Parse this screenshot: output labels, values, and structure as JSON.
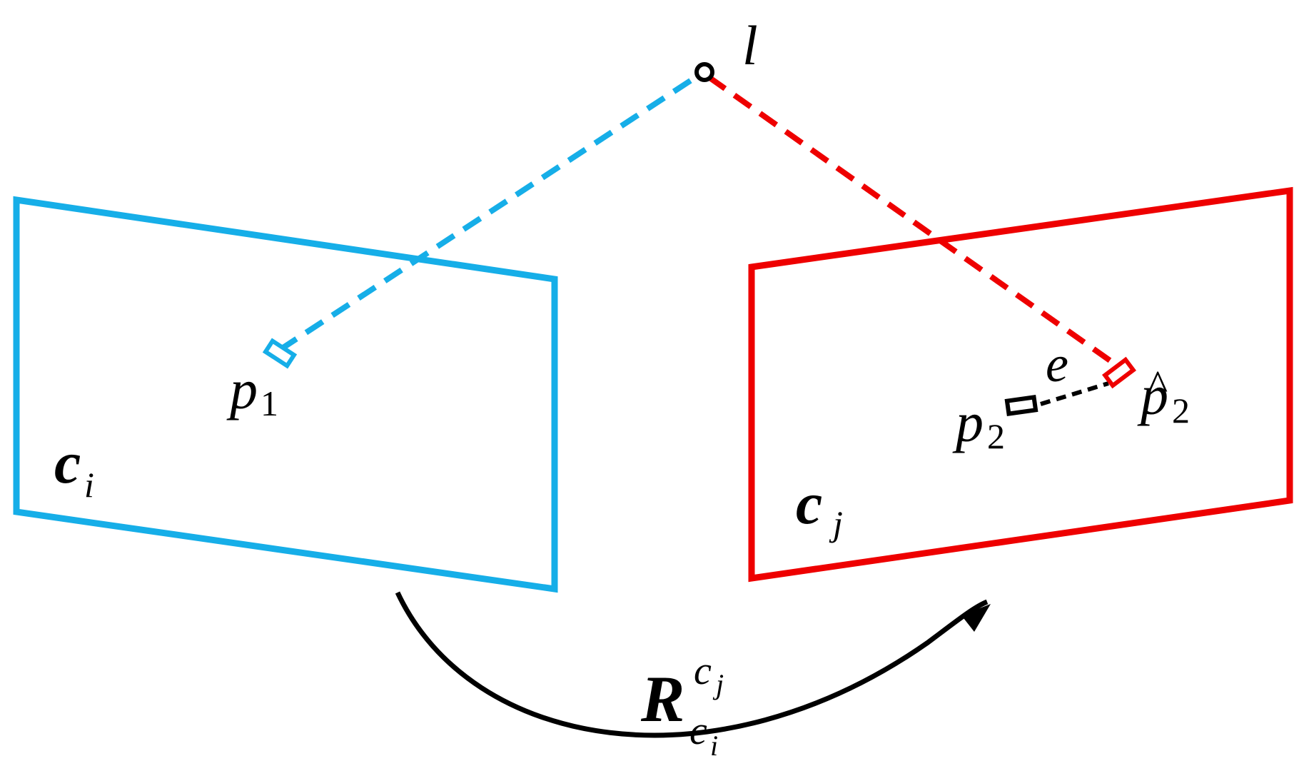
{
  "colors": {
    "camera_i": "#16aee8",
    "camera_j": "#ee0000",
    "ink": "#000000"
  },
  "landmark": {
    "symbol": "l"
  },
  "camera_i": {
    "label": "c",
    "label_sub": "i",
    "point_label": "p",
    "point_sub": "1"
  },
  "camera_j": {
    "label": "c",
    "label_sub": "j",
    "observed_label": "p",
    "observed_sub": "2",
    "projected_label": "p",
    "projected_hat": "^",
    "projected_sub": "2",
    "error_label": "e"
  },
  "rotation": {
    "symbol": "R",
    "superscript": "c",
    "superscript_sub": "j",
    "subscript": "c",
    "subscript_sub": "i"
  }
}
